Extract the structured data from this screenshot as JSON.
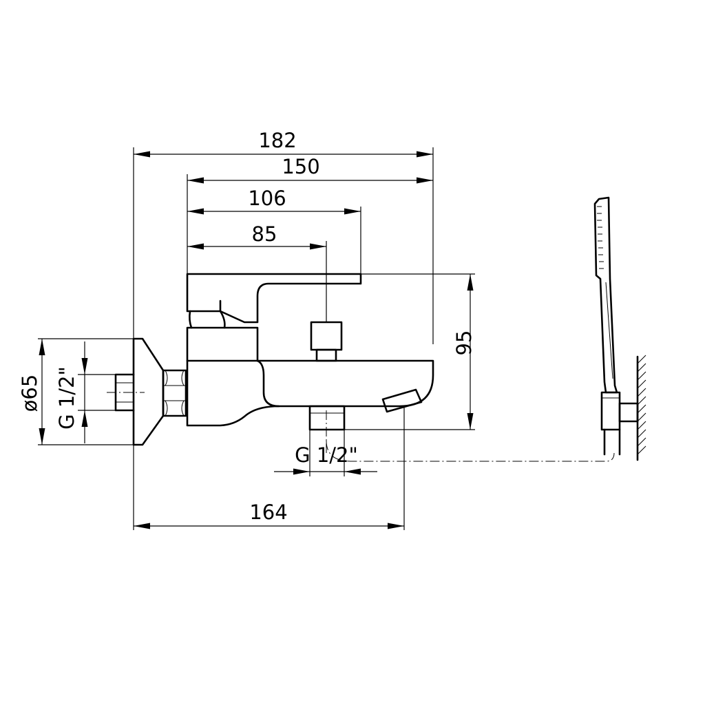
{
  "dimensions": {
    "overall_width": "182",
    "body_width": "150",
    "handle_width": "106",
    "spout_offset": "85",
    "height": "95",
    "flange_diameter": "ø65",
    "inlet_thread": "G 1/2\"",
    "outlet_thread": "G 1/2\"",
    "projection": "164"
  }
}
